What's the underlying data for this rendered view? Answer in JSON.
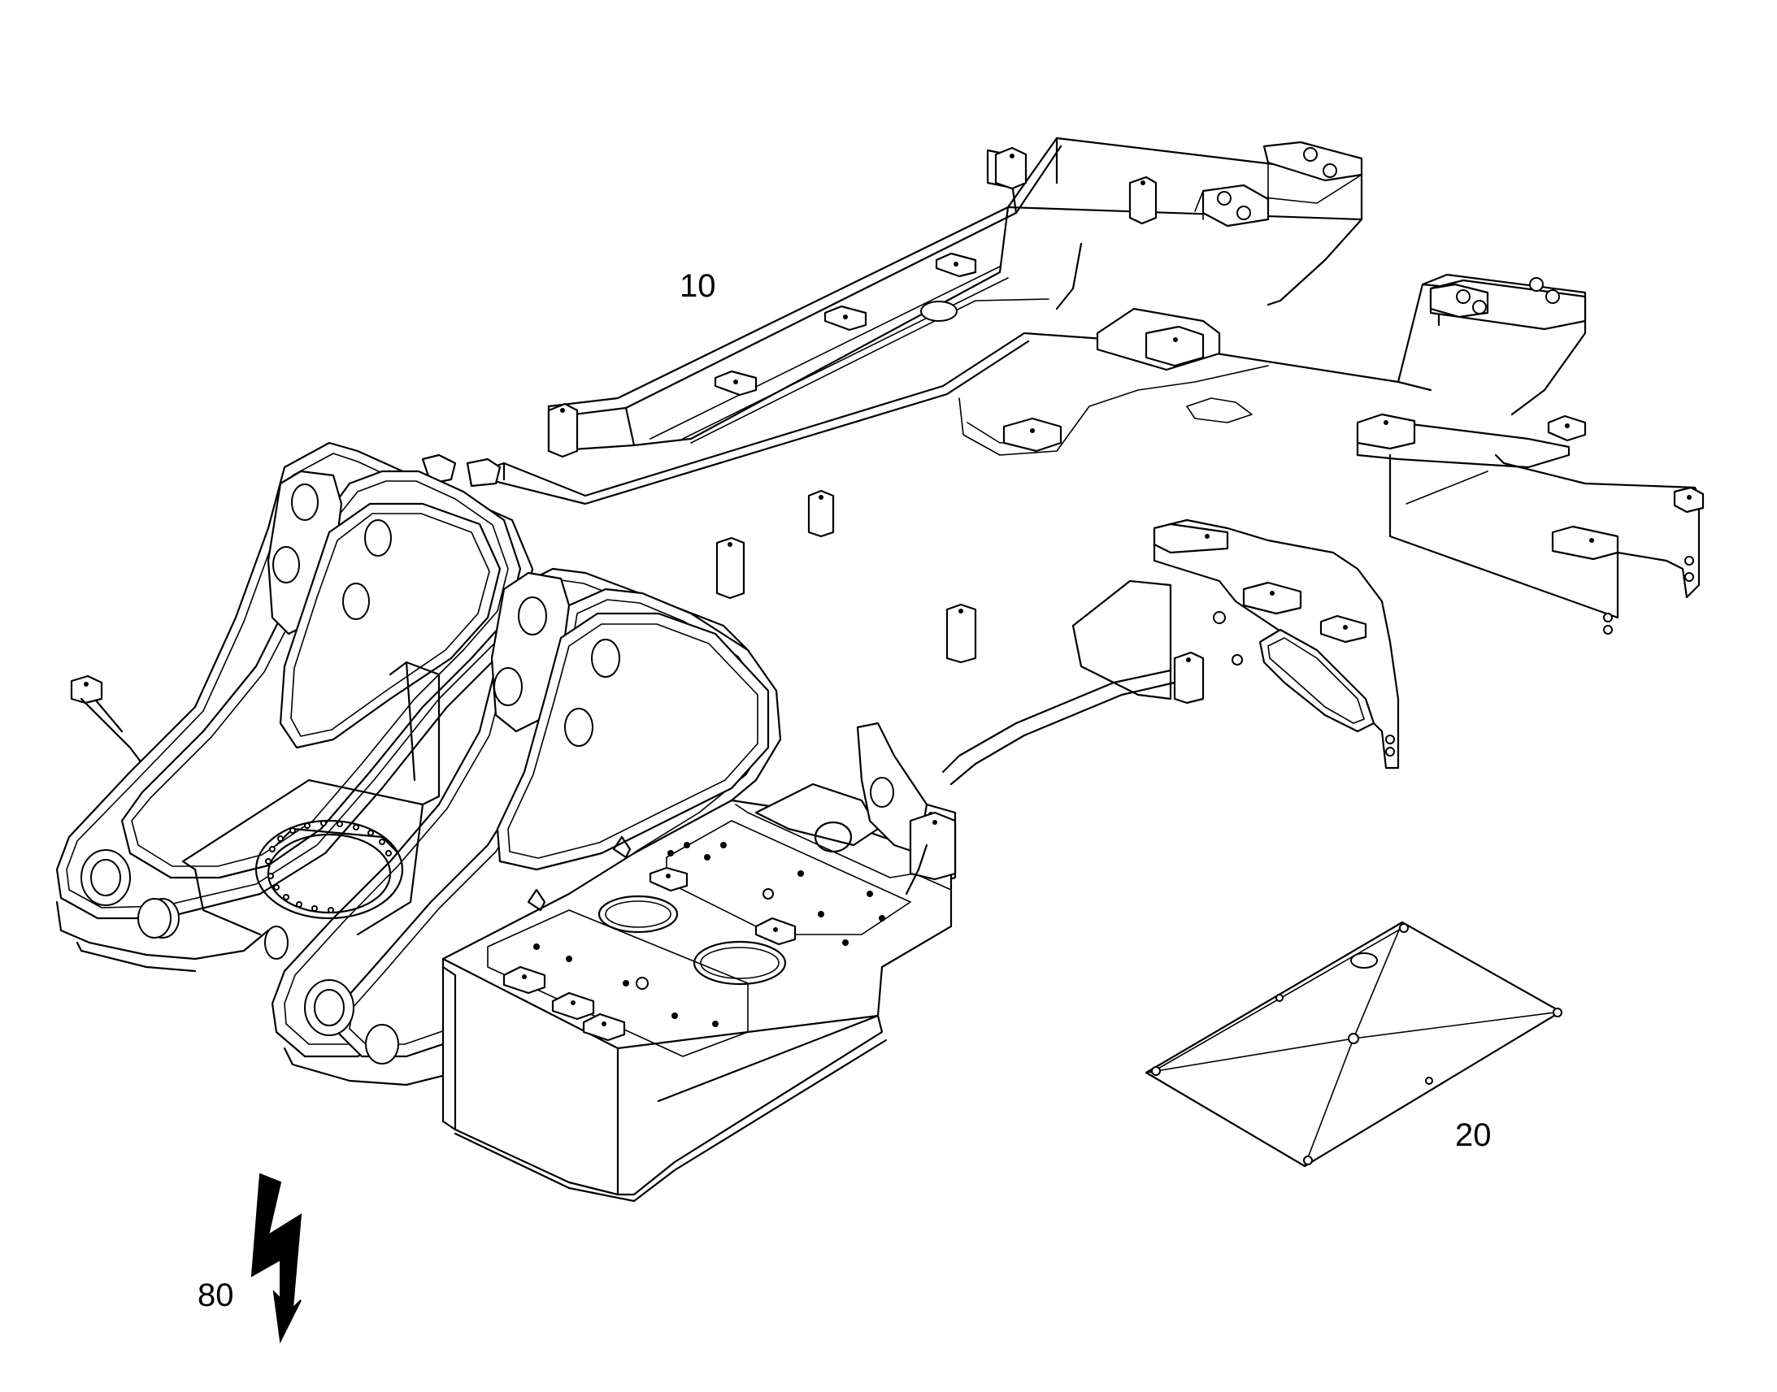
{
  "callouts": {
    "frame": "10",
    "cover_plate": "20",
    "electrical": "80"
  },
  "icons": {
    "electrical_symbol": "lightning-bolt-icon"
  }
}
